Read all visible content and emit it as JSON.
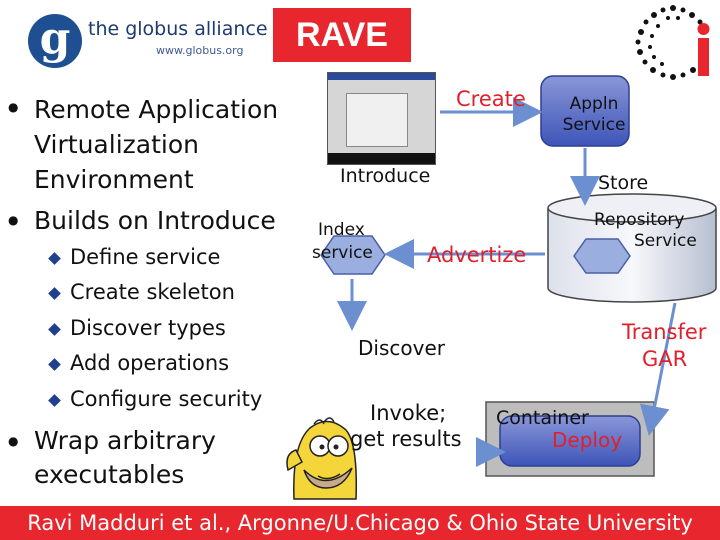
{
  "header": {
    "logo_line1": "the globus alliance",
    "logo_line2": "www.globus.org",
    "logo_letter": "g",
    "title": "RAVE"
  },
  "bullets": [
    {
      "lines": [
        "Remote Application",
        "Virtualization",
        "Environment"
      ]
    },
    {
      "lines": [
        "Builds on Introduce"
      ]
    },
    {
      "lines": [
        "Wrap arbitrary",
        "executables"
      ]
    }
  ],
  "sub_bullets": [
    "Define service",
    "Create skeleton",
    "Discover types",
    "Add operations",
    "Configure security"
  ],
  "diagram": {
    "create": "Create",
    "introduce": "Introduce",
    "appln_service": [
      "Appln",
      "Service"
    ],
    "store": "Store",
    "index_service": [
      "Index",
      "service"
    ],
    "advertize": "Advertize",
    "repository_service": [
      "Repository",
      "Service"
    ],
    "discover": "Discover",
    "transfer_gar": [
      "Transfer",
      "GAR"
    ],
    "invoke": [
      "Invoke;",
      "get results"
    ],
    "container": "Container",
    "deploy": "Deploy"
  },
  "footer": "Ravi Madduri et al., Argonne/U.Chicago & Ohio State University",
  "colors": {
    "accent_red": "#e8262d",
    "box_blue": "#5b6fc4",
    "hex_blue": "#9aaee0",
    "bullet_blue": "#1f3f8f"
  },
  "icons": [
    "globus-logo",
    "ci-logo",
    "homer-figure"
  ]
}
